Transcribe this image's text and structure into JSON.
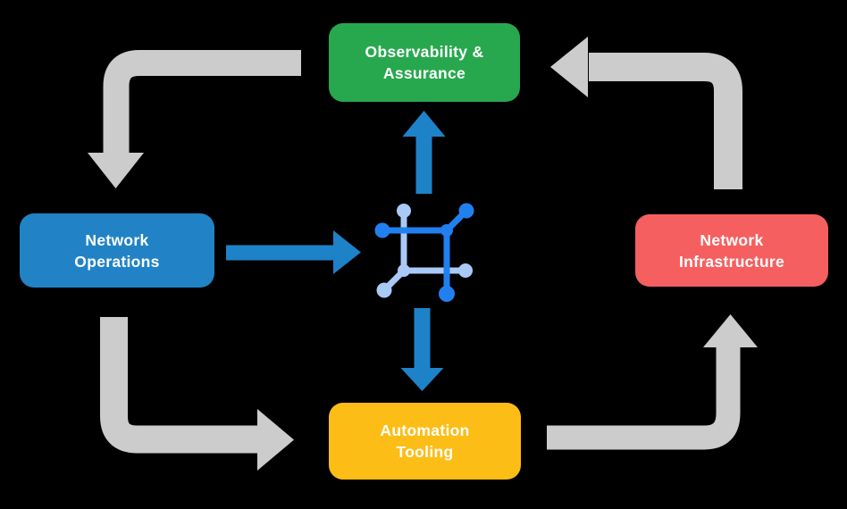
{
  "diagram": {
    "background_color": "#000000",
    "nodes": [
      {
        "id": "observability-assurance",
        "line1": "Observability &",
        "line2": "Assurance",
        "color": "#28a84e",
        "text_color": "#ffffff"
      },
      {
        "id": "network-operations",
        "line1": "Network",
        "line2": "Operations",
        "color": "#2183c6",
        "text_color": "#ffffff"
      },
      {
        "id": "network-infrastructure",
        "line1": "Network",
        "line2": "Infrastructure",
        "color": "#f65f5f",
        "text_color": "#ffffff"
      },
      {
        "id": "automation-tooling",
        "line1": "Automation",
        "line2": "Tooling",
        "color": "#fcbd17",
        "text_color": "#ffffff"
      }
    ],
    "center_icon": {
      "name": "network-mesh-icon",
      "dark_blue": "#2180f0",
      "light_blue": "#a9caf7"
    },
    "arrows": {
      "cycle_color": "#cccccc",
      "hub_color": "#1e82c8",
      "cycle": [
        {
          "from": "observability-assurance",
          "to": "network-operations"
        },
        {
          "from": "network-operations",
          "to": "automation-tooling"
        },
        {
          "from": "automation-tooling",
          "to": "network-infrastructure"
        },
        {
          "from": "network-infrastructure",
          "to": "observability-assurance"
        }
      ],
      "hub": [
        {
          "from": "network-operations",
          "to": "center-icon"
        },
        {
          "from": "center-icon",
          "to": "observability-assurance"
        },
        {
          "from": "center-icon",
          "to": "automation-tooling"
        }
      ]
    }
  }
}
